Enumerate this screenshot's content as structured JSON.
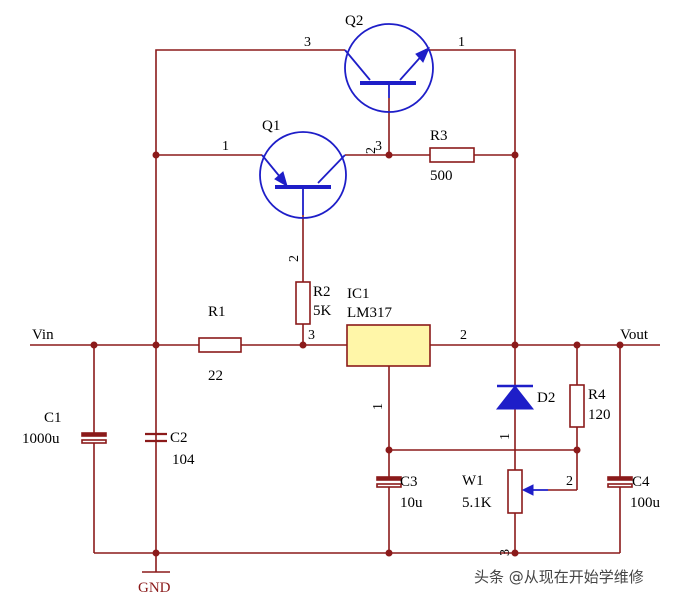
{
  "nets": {
    "vin": "Vin",
    "vout": "Vout",
    "gnd": "GND"
  },
  "components": {
    "q1": {
      "ref": "Q1",
      "pin_b": "1",
      "pin_c": "3",
      "pin_e": "2"
    },
    "q2": {
      "ref": "Q2",
      "pin_b": "3",
      "pin_c": "2",
      "pin_e": "1"
    },
    "r1": {
      "ref": "R1",
      "value": "22"
    },
    "r2": {
      "ref": "R2",
      "value": "5K"
    },
    "r3": {
      "ref": "R3",
      "value": "500"
    },
    "r4": {
      "ref": "R4",
      "value": "120"
    },
    "ic1": {
      "ref": "IC1",
      "part": "LM317",
      "pin_in": "3",
      "pin_out": "2",
      "pin_adj": "1"
    },
    "d2": {
      "ref": "D2",
      "pin": "1"
    },
    "c1": {
      "ref": "C1",
      "value": "1000u"
    },
    "c2": {
      "ref": "C2",
      "value": "104"
    },
    "c3": {
      "ref": "C3",
      "value": "10u"
    },
    "c4": {
      "ref": "C4",
      "value": "100u"
    },
    "w1": {
      "ref": "W1",
      "value": "5.1K",
      "pin_wiper": "2",
      "pin_bottom": "3"
    }
  },
  "watermark": "头条 @从现在开始学维修",
  "colors": {
    "wire": "#8b1a1a",
    "transistor": "#1e1ec8",
    "ic_body": "#fff6a8"
  }
}
